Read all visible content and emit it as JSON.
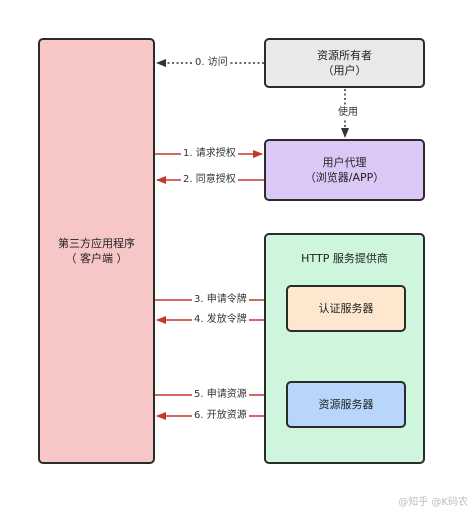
{
  "client": {
    "line1": "第三方应用程序",
    "line2": "（ 客户端 ）"
  },
  "owner": {
    "line1": "资源所有者",
    "line2": "（用户）"
  },
  "agent": {
    "line1": "用户代理",
    "line2": "（浏览器/APP）"
  },
  "provider": {
    "title": "HTTP 服务提供商"
  },
  "auth_server": {
    "label": "认证服务器"
  },
  "resource_server": {
    "label": "资源服务器"
  },
  "steps": {
    "s0": "0. 访问",
    "s_use": "使用",
    "s1": "1. 请求授权",
    "s2": "2. 同意授权",
    "s3": "3. 申请令牌",
    "s4": "4. 发放令牌",
    "s5": "5. 申请资源",
    "s6": "6. 开放资源"
  },
  "watermark": "@知乎 @K码农",
  "colors": {
    "arrow": "#c0392b",
    "dotted": "#333333"
  }
}
